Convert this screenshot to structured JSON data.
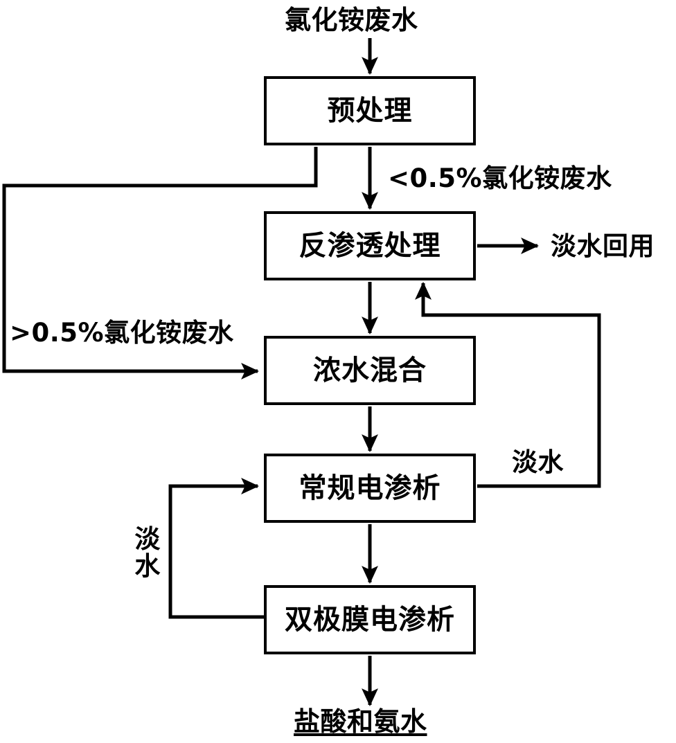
{
  "diagram": {
    "title_text": "氯化铵废水",
    "output_text": "盐酸和氨水",
    "stroke_color": "#000000",
    "background_color": "#ffffff",
    "nodes": [
      {
        "id": "pretreatment",
        "label": "预处理"
      },
      {
        "id": "reverse-osmosis",
        "label": "反渗透处理"
      },
      {
        "id": "concentrate-mixing",
        "label": "浓水混合"
      },
      {
        "id": "conventional-electrodialysis",
        "label": "常规电渗析"
      },
      {
        "id": "bipolar-membrane-electrodialysis",
        "label": "双极膜电渗析"
      }
    ],
    "edge_labels": [
      {
        "id": "lt-05",
        "text": "<0.5%氯化铵废水"
      },
      {
        "id": "gt-05",
        "text": ">0.5%氯化铵废水"
      },
      {
        "id": "fresh-reuse",
        "text": "淡水回用"
      },
      {
        "id": "fresh-right",
        "text": "淡水"
      },
      {
        "id": "fresh-left",
        "text": "淡水"
      }
    ]
  }
}
